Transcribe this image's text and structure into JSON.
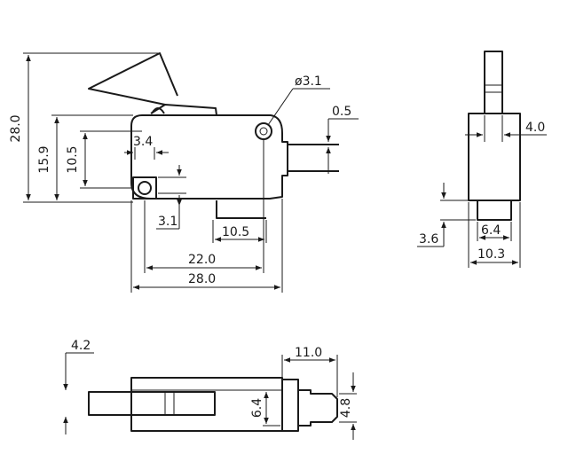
{
  "dimensions": {
    "hole_diameter": "ø3.1",
    "terminal_thickness": "0.5",
    "overall_height": "28.0",
    "body_height": "15.9",
    "mount_vertical_spacing": "10.5",
    "mount_hole_offset": "3.4",
    "mount_hole_size": "3.1",
    "terminal_spacing": "10.5",
    "mount_horizontal_spacing": "22.0",
    "body_length": "28.0",
    "actuator_width": "4.0",
    "side_offset": "3.6",
    "terminal_width": "6.4",
    "body_width": "10.3",
    "lever_offset": "4.2",
    "terminal_length": "11.0",
    "terminal_block_height": "6.4",
    "terminal_tab_height": "4.8"
  }
}
